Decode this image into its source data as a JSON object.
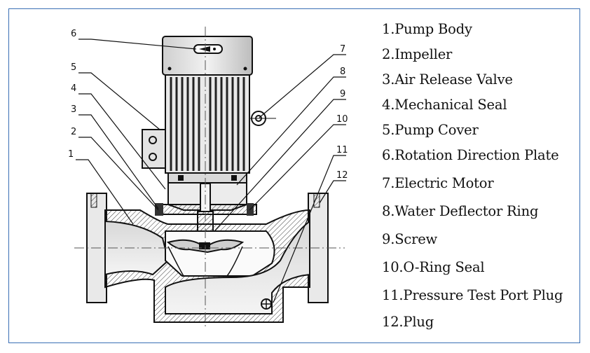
{
  "diagram": {
    "callout_numbers": [
      "1",
      "2",
      "3",
      "4",
      "5",
      "6",
      "7",
      "8",
      "9",
      "10",
      "11",
      "12"
    ]
  },
  "legend": {
    "items": [
      "1.Pump Body",
      "2.Impeller",
      "3.Air Release Valve",
      "4.Mechanical Seal",
      "5.Pump Cover",
      "6.Rotation Direction Plate",
      "7.Electric Motor",
      "8.Water Deflector Ring",
      "9.Screw",
      "10.O-Ring Seal",
      "11.Pressure Test Port Plug",
      "12.Plug"
    ]
  }
}
